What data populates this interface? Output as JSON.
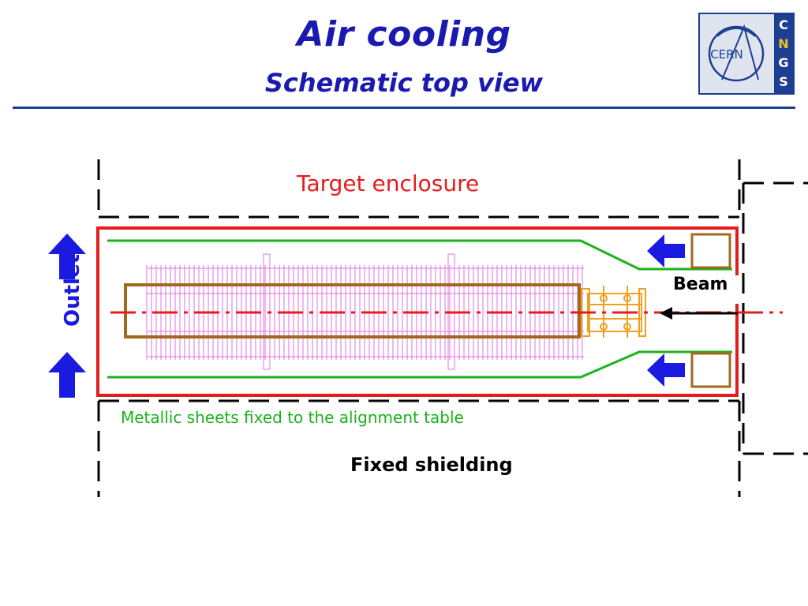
{
  "header": {
    "title": "Air cooling",
    "subtitle": "Schematic top view"
  },
  "logo": {
    "main_text": "CERN",
    "side_letters": [
      "C",
      "N",
      "G",
      "S"
    ]
  },
  "labels": {
    "target_enclosure": "Target enclosure",
    "beam": "Beam",
    "outlet": "Outlet",
    "metallic_sheets": "Metallic sheets fixed to the alignment table",
    "fixed_shielding": "Fixed shielding"
  },
  "colors": {
    "title": "#1a1ab0",
    "rule": "#1c3f94",
    "enclosure": "#e51c1c",
    "sheets": "#1bb21b",
    "target_box": "#a06a1e",
    "arrows": "#1a1ae0",
    "beam_line": "#e51c1c",
    "target_rods": "#e070e0",
    "horn": "#f0a020"
  }
}
